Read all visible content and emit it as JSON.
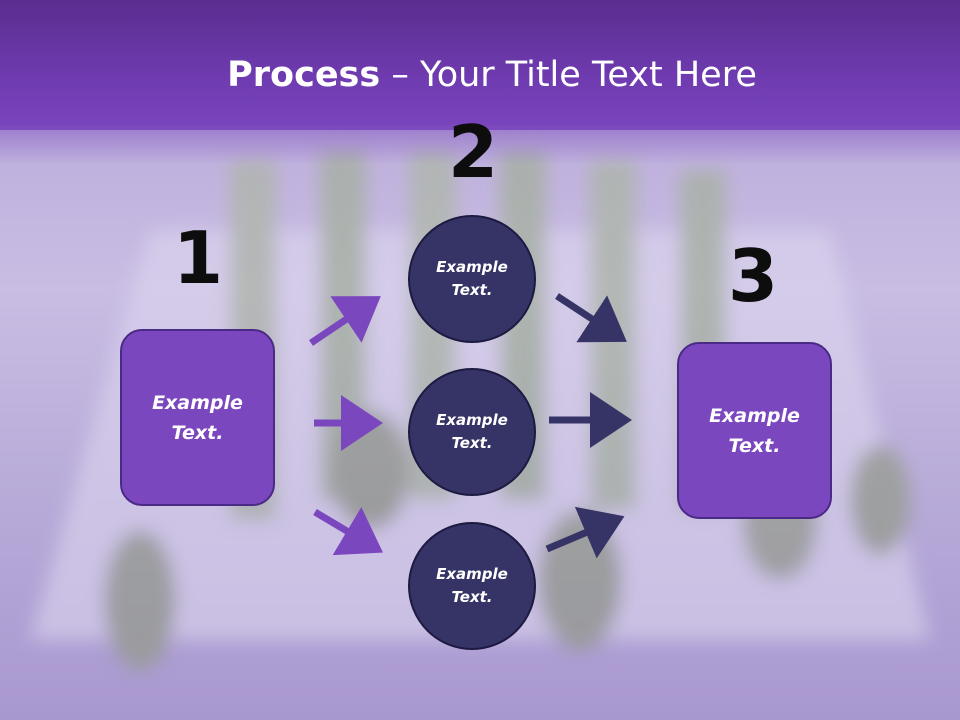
{
  "title": {
    "bold": "Process",
    "rest": " – Your Title Text Here"
  },
  "steps": {
    "num1": "1",
    "num2": "2",
    "num3": "3"
  },
  "box_left": {
    "line1": "Example",
    "line2": "Text."
  },
  "box_right": {
    "line1": "Example",
    "line2": "Text."
  },
  "circles": [
    {
      "line1": "Example",
      "line2": "Text."
    },
    {
      "line1": "Example",
      "line2": "Text."
    },
    {
      "line1": "Example",
      "line2": "Text."
    }
  ],
  "colors": {
    "header": "#6f3bb0",
    "box": "#7b47bf",
    "circle": "#363466",
    "arrow_left": "#7b47bf",
    "arrow_right": "#363466"
  }
}
